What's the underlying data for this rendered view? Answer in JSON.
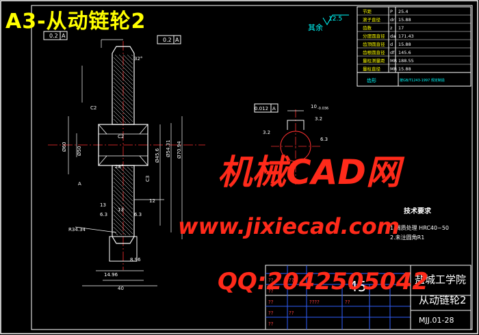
{
  "title": "A3-从动链轮2",
  "watermark": {
    "cn": "机械CAD网",
    "web": "www.jixiecad.com",
    "qq": "QQ:2042505042"
  },
  "roughness_note": {
    "label": "其余",
    "value": "12.5"
  },
  "parameter_table": {
    "rows": [
      {
        "name": "节距",
        "symbol": "P",
        "value": "25.4"
      },
      {
        "name": "滚子直径",
        "symbol": "dr",
        "value": "15.88"
      },
      {
        "name": "齿数",
        "symbol": "z",
        "value": "17"
      },
      {
        "name": "分度圆直径",
        "symbol": "da",
        "value": "171.43"
      },
      {
        "name": "齿顶圆直径",
        "symbol": "d",
        "value": "15.88"
      },
      {
        "name": "齿根圆直径",
        "symbol": "df",
        "value": "145.6"
      },
      {
        "name": "量柱测量距",
        "symbol": "MR",
        "value": "188.55"
      },
      {
        "name": "量柱直径",
        "symbol": "MR",
        "value": "15.88"
      }
    ],
    "footer_label": "齿形",
    "footer_text": "按GB/T1243-1997 规定制造"
  },
  "dimensions": {
    "tol_top": "0.2",
    "datum_top": "A",
    "tol_face": "0.2",
    "datum_face": "A",
    "angle_top": "32°",
    "c2_upper": "C2",
    "c2_hub": "C2",
    "dia_60": "Ø60",
    "dia_50": "Ø50",
    "dia_45": "Ø45.6",
    "dia_54": "Ø54.31",
    "dia_70": "Ø70.94",
    "angle_hub": "28°",
    "c3": "C3",
    "datum_a": "A",
    "w13a": "13",
    "w12": "12",
    "w13b": "13",
    "w6a": "6.3",
    "w6b": "6.3",
    "radius": "R34.34",
    "w896": "8.96",
    "w1496": "14.96",
    "w40": "40"
  },
  "tooth_view": {
    "tol": "0.012",
    "datum": "A",
    "width": "10",
    "width_tol": "-0.036",
    "ra_a": "3.2",
    "ra_b": "6.3",
    "ra_c": "3.2"
  },
  "tech_requirements": {
    "heading": "技术要求",
    "items": [
      "1.调质处理 HRC40~50",
      "2.未注圆角R1"
    ]
  },
  "title_block": {
    "material": "45",
    "school": "盐城工学院",
    "part_name": "从动链轮2",
    "drawing_no": "MJJ.01-28",
    "placeholders": [
      "??",
      "??",
      "??",
      "??",
      "????",
      "??",
      "??",
      "??",
      "??"
    ]
  }
}
